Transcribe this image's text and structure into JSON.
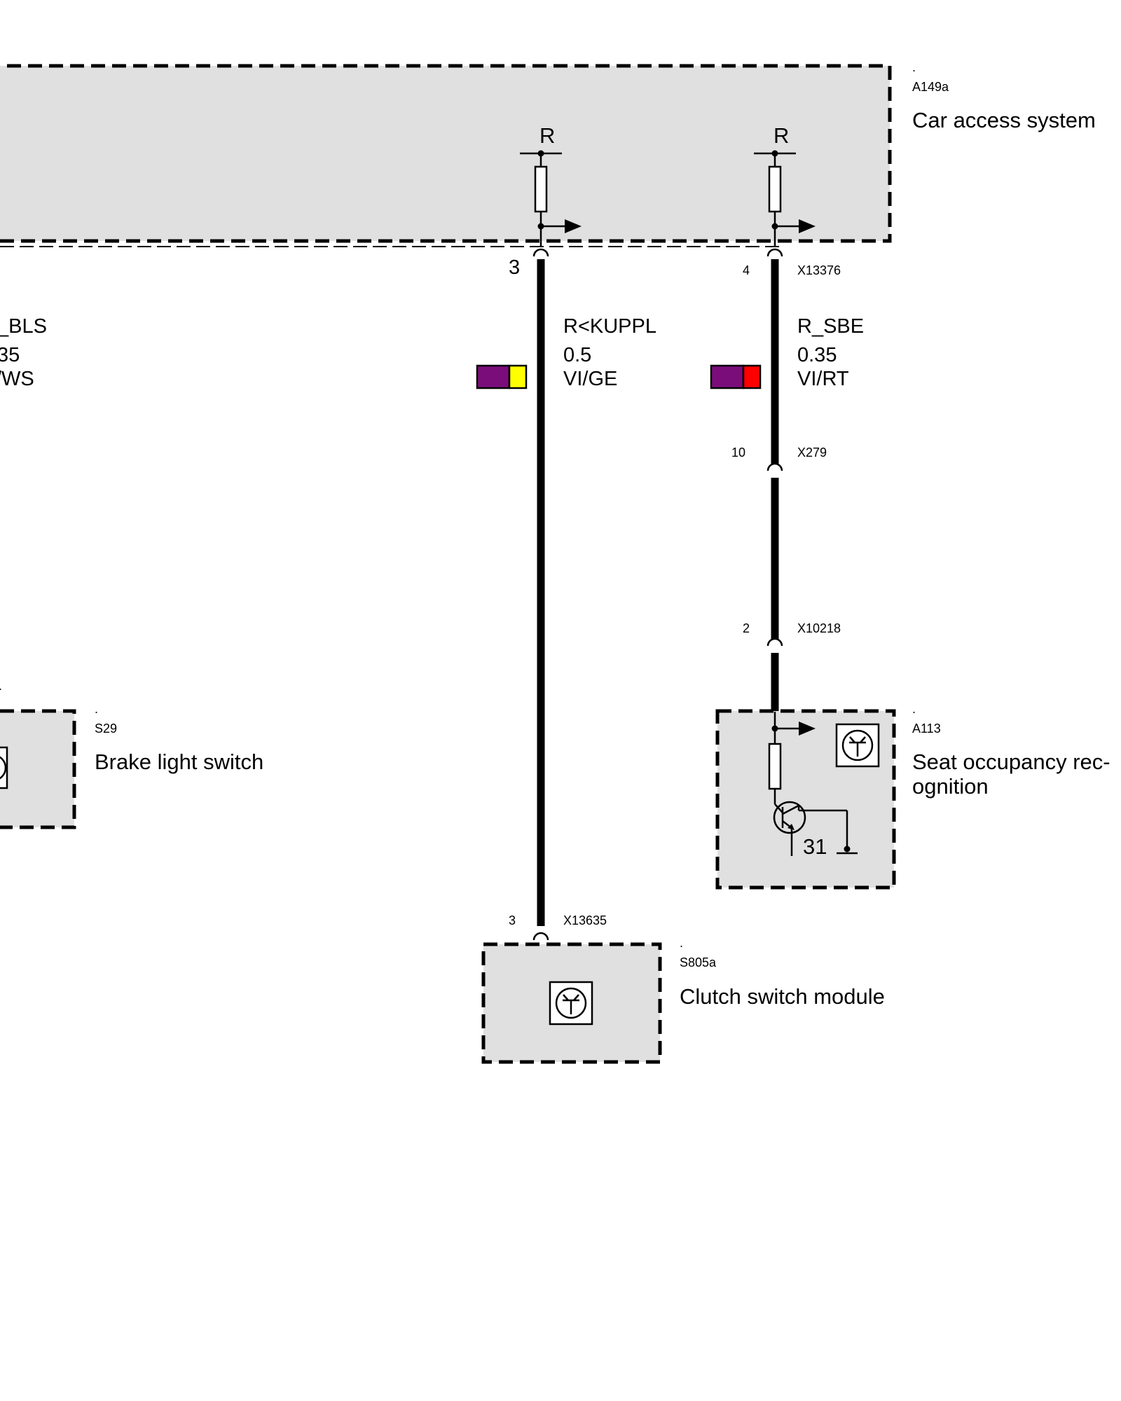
{
  "components": {
    "car_access": {
      "dot": ".",
      "code": "A149a",
      "name": "Car access system"
    },
    "brake_switch": {
      "dot": ".",
      "code": "S29",
      "name": "Brake light switch"
    },
    "seat_occupancy": {
      "dot": ".",
      "code": "A113",
      "name_line1": "Seat occupancy rec-",
      "name_line2": "ognition"
    },
    "clutch_switch": {
      "dot": ".",
      "code": "S805a",
      "name": "Clutch switch module"
    }
  },
  "resistor_label": "R",
  "ground_label": "31",
  "wires": {
    "left": {
      "signal": "_BLS",
      "gauge": "35",
      "color": "/WS"
    },
    "middle": {
      "signal": "R<KUPPL",
      "gauge": "0.5",
      "color": "VI/GE",
      "swatch": [
        "#7b0d7b",
        "#ffff00"
      ],
      "top_pin": "3",
      "bottom_pin": "3",
      "bottom_connector": "X13635"
    },
    "right": {
      "signal": "R_SBE",
      "gauge": "0.35",
      "color": "VI/RT",
      "swatch": [
        "#7b0d7b",
        "#ff0000"
      ],
      "top_pin": "4",
      "top_connector": "X13376",
      "mid_pin": "10",
      "mid_connector": "X279",
      "low_pin": "2",
      "low_connector": "X10218"
    }
  }
}
